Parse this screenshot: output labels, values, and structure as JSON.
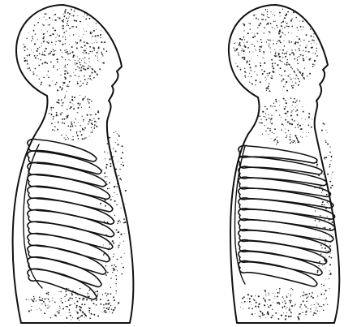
{
  "figures": [
    {
      "id": "left",
      "rib_count": 12
    },
    {
      "id": "right",
      "rib_count": 12
    }
  ],
  "colors": {
    "ink": "#111111",
    "background": "#ffffff"
  }
}
